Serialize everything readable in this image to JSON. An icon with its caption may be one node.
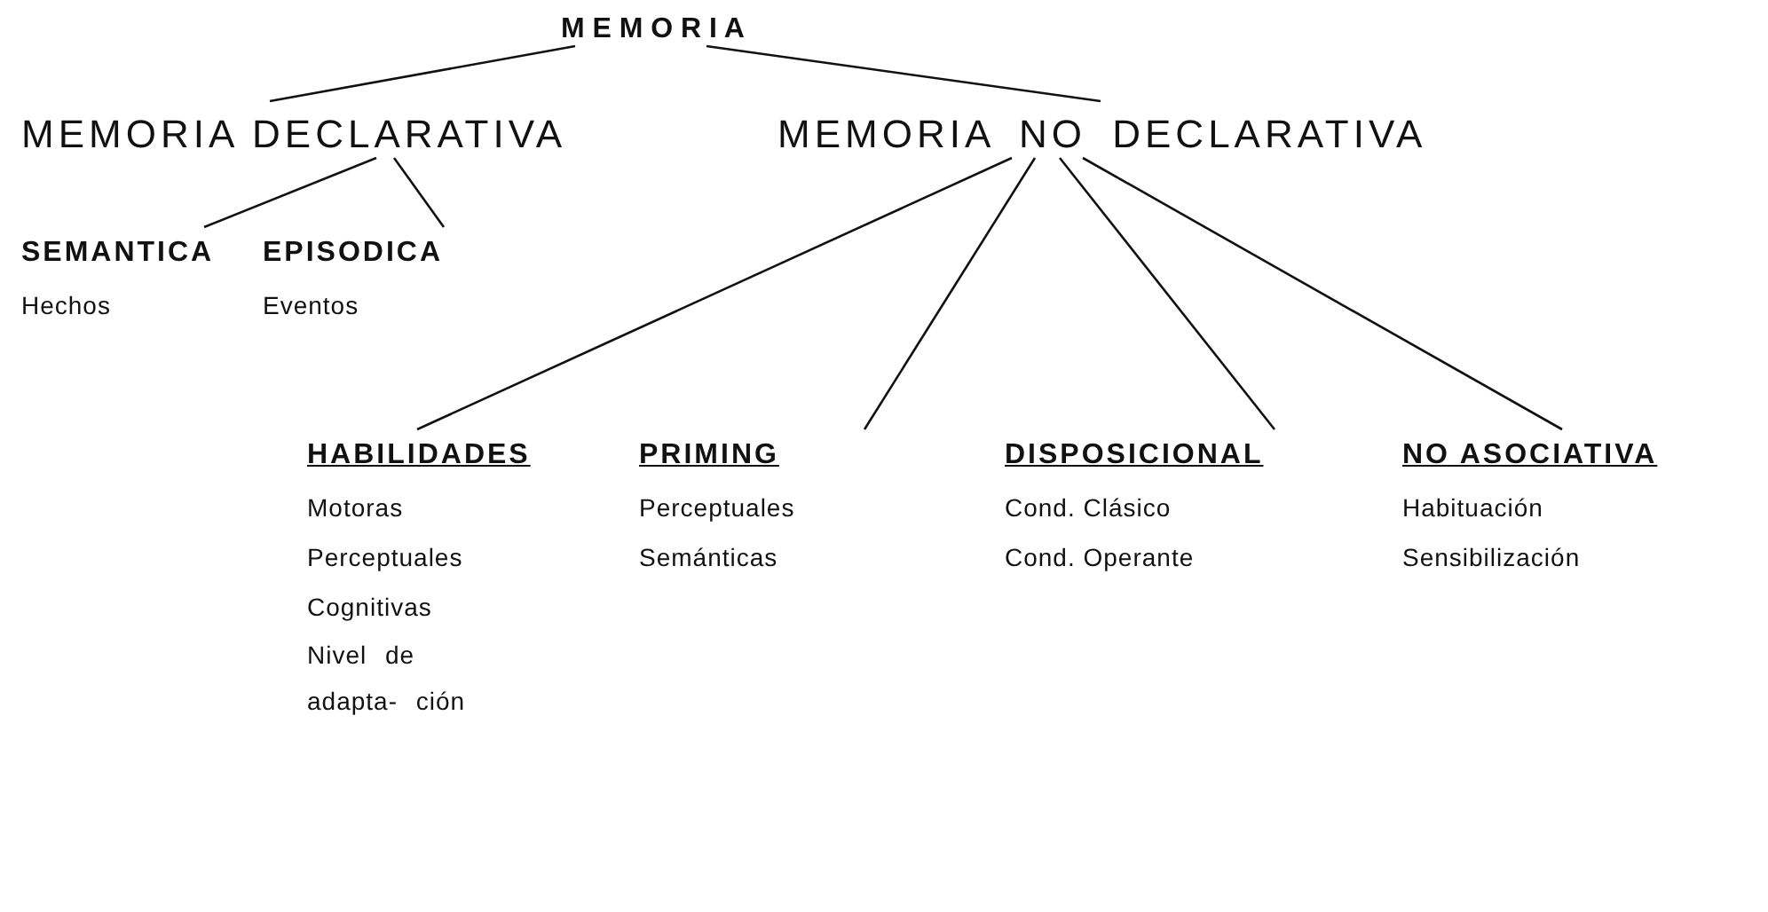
{
  "diagram": {
    "nodes": [
      {
        "text": [
          "M E M O R I A"
        ]
      },
      {
        "text": [
          "MEMORIA DECLARATIVA"
        ]
      },
      {
        "text": [
          "MEMORIA NO DECLARATIVA"
        ]
      },
      {
        "text": [
          "SEMANTICA",
          "Hechos"
        ]
      },
      {
        "text": [
          "EPISODICA",
          "Eventos"
        ]
      },
      {
        "text": [
          "HABILIDADES",
          "Motoras",
          "Perceptuales",
          "Cognitivas",
          "Nivel de adapta- ción"
        ]
      },
      {
        "text": [
          "PRIMING",
          "Perceptuales",
          "Semánticas"
        ]
      },
      {
        "text": [
          "DISPOSICIONAL",
          "Cond. Clásico",
          "Cond. Operante"
        ]
      },
      {
        "text": [
          "NO ASOCIATIVA",
          "Habituación",
          "Sensibilización"
        ]
      }
    ],
    "edges": [
      {
        "from": 0,
        "to": 1,
        "arrow": "none"
      },
      {
        "from": 0,
        "to": 2,
        "arrow": "none"
      },
      {
        "from": 1,
        "to": 3,
        "arrow": "none"
      },
      {
        "from": 1,
        "to": 4,
        "arrow": "none"
      },
      {
        "from": 2,
        "to": 5,
        "arrow": "none"
      },
      {
        "from": 2,
        "to": 6,
        "arrow": "none"
      },
      {
        "from": 2,
        "to": 7,
        "arrow": "none"
      },
      {
        "from": 2,
        "to": 8,
        "arrow": "none"
      }
    ]
  }
}
